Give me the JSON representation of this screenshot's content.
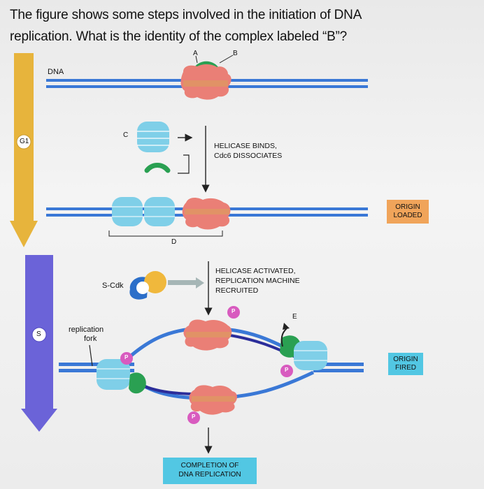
{
  "question": {
    "line1": "The figure shows some steps involved in the initiation of DNA",
    "line2": "replication. What is the identity of the complex labeled “B”?"
  },
  "labels": {
    "a": "A",
    "b": "B",
    "c": "C",
    "d": "D",
    "e": "E",
    "dna": "DNA",
    "g1": "G1",
    "s": "S",
    "scdk": "S-Cdk",
    "fork_line1": "replication",
    "fork_line2": "fork",
    "p": "P"
  },
  "steps": {
    "helicase_binds_1": "HELICASE BINDS,",
    "helicase_binds_2": "Cdc6 DISSOCIATES",
    "activated_1": "HELICASE ACTIVATED,",
    "activated_2": "REPLICATION MACHINE",
    "activated_3": "RECRUITED"
  },
  "boxes": {
    "origin_loaded_1": "ORIGIN",
    "origin_loaded_2": "LOADED",
    "origin_fired_1": "ORIGIN",
    "origin_fired_2": "FIRED",
    "completion_1": "COMPLETION OF",
    "completion_2": "DNA REPLICATION"
  },
  "colors": {
    "g1_bar": "#e7b43c",
    "s_bar": "#6b63d8",
    "dna": "#3a78d6",
    "helicase": "#7fcfe8",
    "orc": "#ea7f76",
    "cdc6": "#2aa052",
    "box_orange": "#f0a45a",
    "box_cyan": "#52c7e3",
    "phosphate": "#d85bbf"
  }
}
